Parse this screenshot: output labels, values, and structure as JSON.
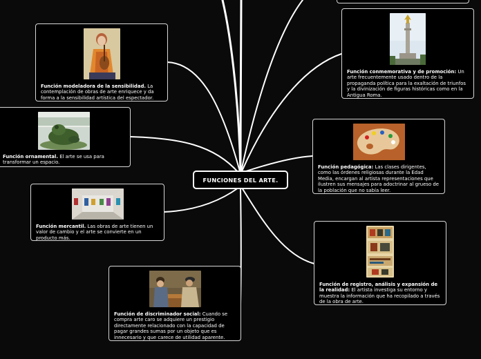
{
  "central": {
    "label": "FUNCIONES DEL ARTE."
  },
  "nodes": [
    {
      "id": "modeladora",
      "title": "Función modeladora de la sensibilidad.",
      "text": " La contemplación de obras de arte enriquece y da forma a la sensibilidad artística del espectador."
    },
    {
      "id": "ornamental",
      "title": "Función ornamental.",
      "text": " El arte se usa para transformar un espacio."
    },
    {
      "id": "mercantil",
      "title": "Función mercantil.",
      "text": " Las obras de arte tienen un valor de cambio y el arte se convierte en un producto más."
    },
    {
      "id": "discriminador",
      "title": "Función de discriminador social:",
      "text": " Cuando se compra arte caro se adquiere un prestigio directamente relacionado con la capacidad de pagar grandes sumas por un objeto que es innecesario y que carece de utilidad aparente."
    },
    {
      "id": "conmemorativa",
      "title": "Función conmemorativa y de promoción:",
      "text": " Un arte frecuentemente usado dentro de la propaganda política para la exaltación de triunfos y la divinización de figuras históricas como en la Antigua Roma."
    },
    {
      "id": "pedagogica",
      "title": "Función pedagógica:",
      "text": " Las clases dirigentes, como las órdenes religiosas durante la Edad Media, encargan al artista representaciones que ilustren sus mensajes para adoctrinar al grueso de la población que no sabía leer."
    },
    {
      "id": "registro",
      "title": "Función de registro, análisis y expansión de la realidad:",
      "text": " El artista investiga su entorno y muestra la información que ha recopilado a través de la obra de arte."
    }
  ],
  "colors": {
    "background": "#0a0a0a",
    "node_border": "#d8d8d8",
    "connector": "#ffffff"
  }
}
